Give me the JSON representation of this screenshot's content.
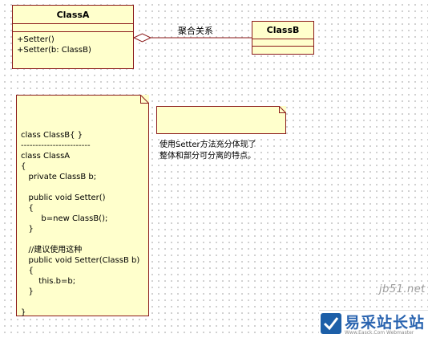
{
  "class_a": {
    "name": "ClassA",
    "operations": "+Setter()\n+Setter(b: ClassB)"
  },
  "class_b": {
    "name": "ClassB"
  },
  "relation": {
    "label": "聚合关系"
  },
  "code_note": {
    "text": "class ClassB{ }\n------------------------\nclass ClassA\n{\n   private ClassB b;\n\n   public void Setter()\n   {\n        b=new ClassB();\n   }\n\n   //建议使用这种\n   public void Setter(ClassB b)\n   {\n       this.b=b;\n   }\n\n}"
  },
  "hint_note": {
    "text": "使用Setter方法充分体现了\n整体和部分可分离的特点。"
  },
  "watermark": {
    "site": "jb51.net",
    "brand": "易采站长站",
    "url": "Www.Easck.Com Webmaster"
  },
  "colors": {
    "fill": "#ffffcc",
    "border": "#8b1a1a",
    "grid_dot": "#c4c4c4",
    "brand": "#2a64b0"
  }
}
